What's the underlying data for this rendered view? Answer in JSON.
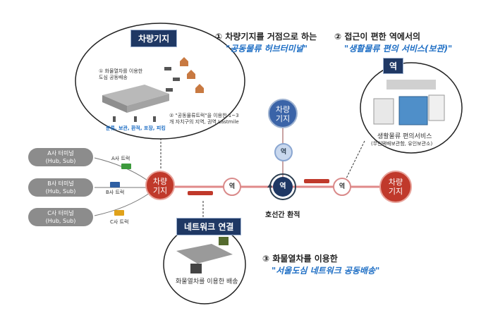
{
  "depot_box": {
    "title": "차량기지",
    "note1": "① 화물열차를 이용한 도심 공동배송",
    "note2": "② \"공동물류트럭\"을 이용한 1~3개 자치구의 지역, 권역 Lastmile",
    "tasks": "분류, 보관, 환적, 포장, 피킹"
  },
  "headline1": {
    "line1": "① 차량기지를 거점으로 하는",
    "line2": "\"공동물류 허브터미널\""
  },
  "headline2": {
    "line1": "② 접근이 편한 역에서의",
    "line2": "\"생활물류 편의 서비스(보관)\""
  },
  "headline3": {
    "line1": "③ 화물열차를 이용한",
    "line2": "\"서울도심 네트워크 공동배송\""
  },
  "station_box": {
    "title": "역",
    "caption": "생활물류 편의서비스",
    "subcaption": "(무인택배보관함, 유인보관소)"
  },
  "network_box": {
    "title": "네트워크 연결",
    "caption": "화물열차를 이용한 배송"
  },
  "terminals": [
    {
      "name": "A사 터미널",
      "sub": "(Hub, Sub)",
      "truck": "A사 트럭"
    },
    {
      "name": "B사 터미널",
      "sub": "(Hub, Sub)",
      "truck": "B사 트럭"
    },
    {
      "name": "C사 터미널",
      "sub": "(Hub, Sub)",
      "truck": "C사 트럭"
    }
  ],
  "nodes": {
    "depot_left": "차량기지",
    "depot_right": "차량기지",
    "depot_top": "차량기지",
    "station": "역",
    "transfer_label": "호선간 환적"
  },
  "colors": {
    "navy": "#1f3864",
    "red": "#c0392b",
    "blue_text": "#1f6fc5",
    "line": "#e08a8a"
  }
}
